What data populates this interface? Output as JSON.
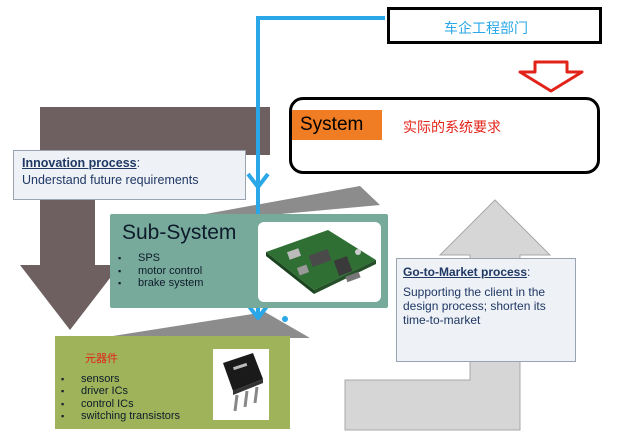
{
  "department": {
    "label": "车企工程部门"
  },
  "system": {
    "tag": "System",
    "requirement": "实际的系统要求"
  },
  "innovation": {
    "title": "Innovation process",
    "colon": ":",
    "text": "Understand future requirements"
  },
  "subsystem": {
    "title": "Sub-System",
    "items": [
      "SPS",
      "motor control",
      "brake system"
    ]
  },
  "go_to_market": {
    "title": "Go-to-Market process",
    "colon": ":",
    "text": "Supporting the client in the design process; shorten its time-to-market"
  },
  "components": {
    "title": "元器件",
    "items": [
      "sensors",
      "driver ICs",
      "control ICs",
      "switching transistors"
    ]
  },
  "colors": {
    "flow_arrow": "#2aa7e8",
    "down_arrow": "#e2231a",
    "system_tag": "#f07d24",
    "subsystem_bg": "#78aa9c",
    "components_bg": "#9eb35a",
    "left_arrow": "#6e6060",
    "right_arrow": "#d3d3d3"
  }
}
